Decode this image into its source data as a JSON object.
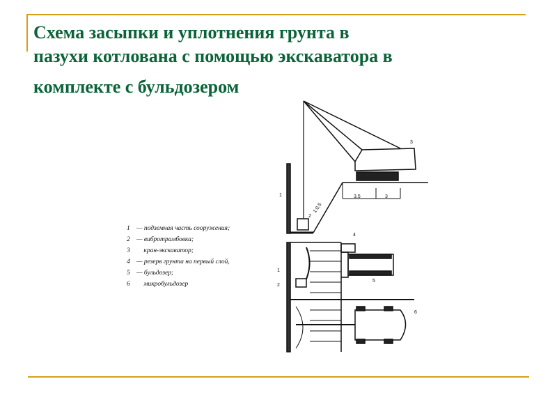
{
  "slide": {
    "title_lines": [
      "Схема засыпки и уплотнения грунта в",
      "пазухи котлована с помощью экскаватора в",
      "комплекте с бульдозером"
    ],
    "accent_color": "#d4a017",
    "title_color": "#0b6338"
  },
  "legend": [
    {
      "num": "1",
      "sep": "—",
      "text": "подземная часть сооружения;"
    },
    {
      "num": "2",
      "sep": "—",
      "text": "вибротрамбовка;"
    },
    {
      "num": "3",
      "sep": "",
      "text": "кран-экскаватор;"
    },
    {
      "num": "4",
      "sep": "—",
      "text": "резерв грунта на первый слой,"
    },
    {
      "num": "5",
      "sep": "—",
      "text": "бульдозер;"
    },
    {
      "num": "6",
      "sep": "",
      "text": "микробульдозер"
    }
  ],
  "diagram": {
    "labels": {
      "l1": "1",
      "l2": "2",
      "l3": "3",
      "slope": "1:0,5",
      "d1": "3,5",
      "d2": "3",
      "l4": "4",
      "l5": "5",
      "l1b": "1",
      "l2b": "2",
      "l6": "6"
    }
  }
}
